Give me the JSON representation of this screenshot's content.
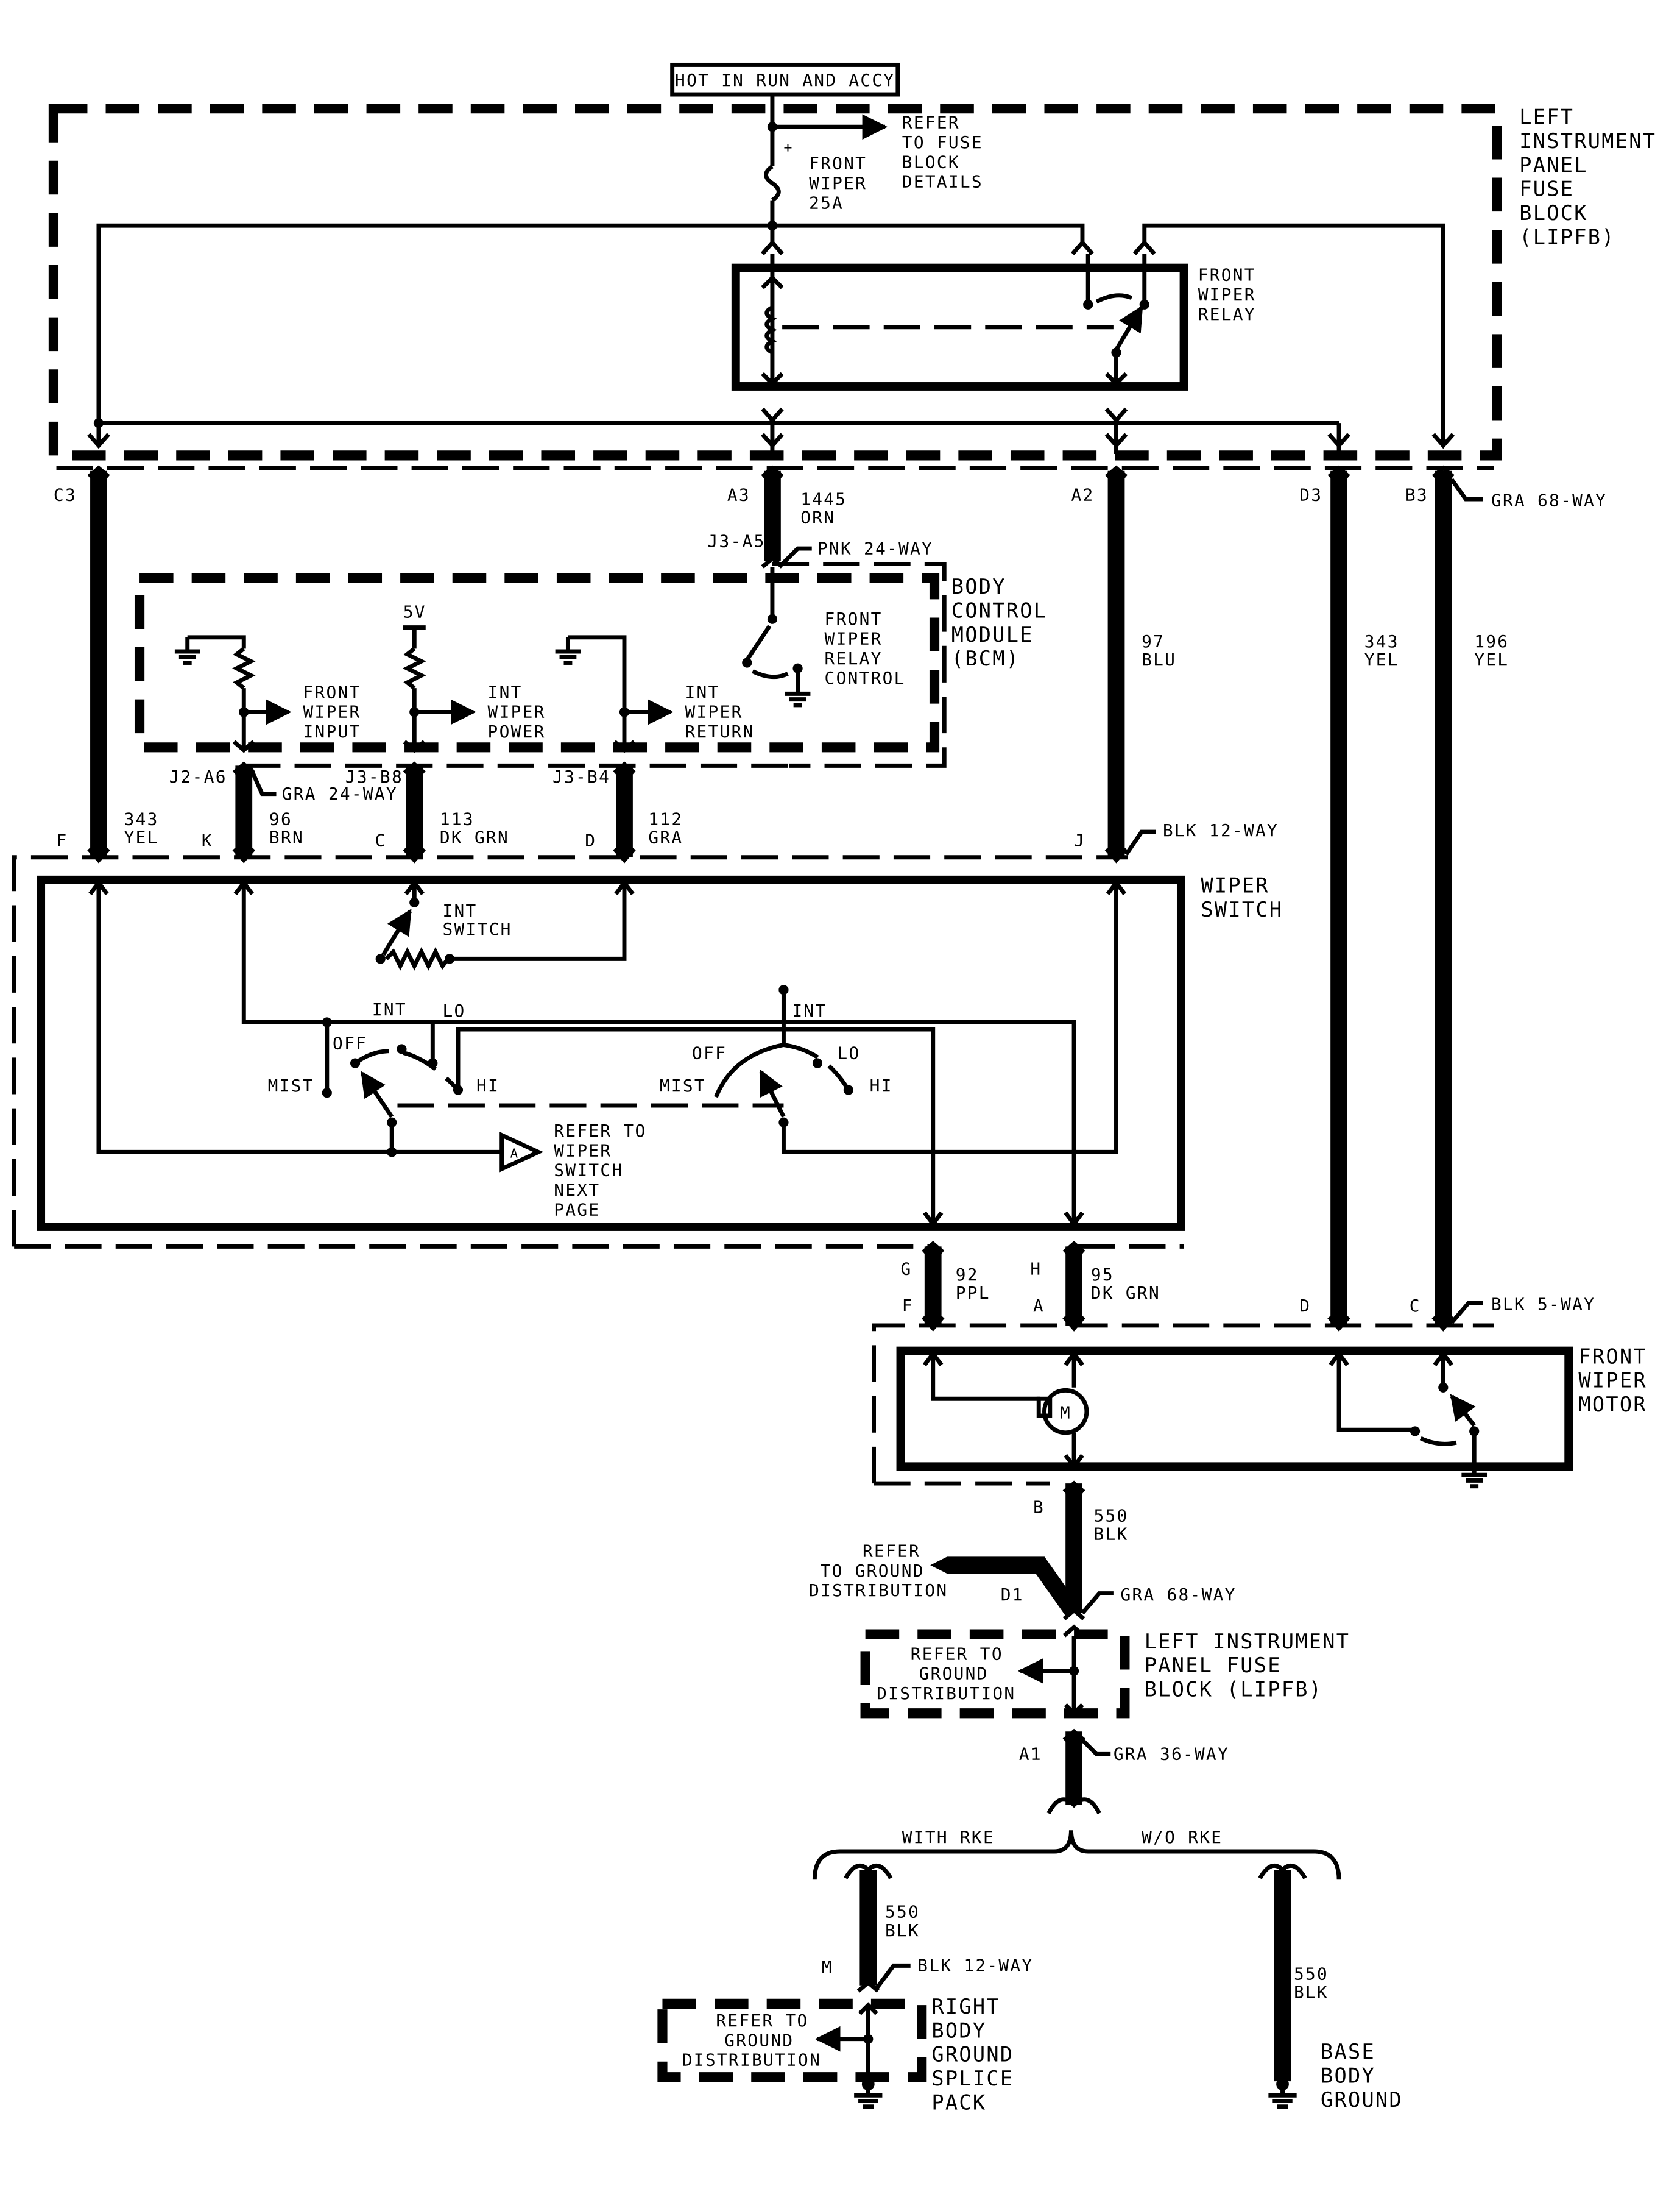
{
  "header": {
    "power_label": "HOT IN RUN AND ACCY"
  },
  "lipfb": {
    "name": [
      "LEFT",
      "INSTRUMENT",
      "PANEL",
      "FUSE",
      "BLOCK",
      "(LIPFB)"
    ],
    "refer": [
      "REFER",
      "TO FUSE",
      "BLOCK",
      "DETAILS"
    ],
    "fuse": [
      "FRONT",
      "WIPER",
      "25A"
    ],
    "fuse_plus": "+",
    "relay": [
      "FRONT",
      "WIPER",
      "RELAY"
    ],
    "connector_label": "GRA 68-WAY",
    "pins": {
      "c3": "C3",
      "a3": "A3",
      "a2": "A2",
      "d3": "D3",
      "b3": "B3"
    }
  },
  "bcm": {
    "name": [
      "BODY",
      "CONTROL",
      "MODULE",
      "(BCM)"
    ],
    "j3a5": "J3-A5",
    "top_connector": "PNK 24-WAY",
    "volt": "5V",
    "relay_control": [
      "FRONT",
      "WIPER",
      "RELAY",
      "CONTROL"
    ],
    "front_wiper_input": [
      "FRONT",
      "WIPER",
      "INPUT"
    ],
    "int_wiper_power": [
      "INT",
      "WIPER",
      "POWER"
    ],
    "int_wiper_return": [
      "INT",
      "WIPER",
      "RETURN"
    ],
    "j2a6": "J2-A6",
    "bottom_connector": "GRA 24-WAY",
    "j3b8": "J3-B8",
    "j3b4": "J3-B4"
  },
  "wires": {
    "w1445": [
      "1445",
      "ORN"
    ],
    "w97": [
      "97",
      "BLU"
    ],
    "w343": [
      "343",
      "YEL"
    ],
    "w196": [
      "196",
      "YEL"
    ],
    "w343b": [
      "343",
      "YEL"
    ],
    "w96": [
      "96",
      "BRN"
    ],
    "w113": [
      "113",
      "DK GRN"
    ],
    "w112": [
      "112",
      "GRA"
    ],
    "w92": [
      "92",
      "PPL"
    ],
    "w95": [
      "95",
      "DK GRN"
    ],
    "w550a": [
      "550",
      "BLK"
    ],
    "w550b": [
      "550",
      "BLK"
    ],
    "w550c": [
      "550",
      "BLK"
    ]
  },
  "wiper_switch": {
    "name": [
      "WIPER",
      "SWITCH"
    ],
    "connector": "BLK 12-WAY",
    "pins": {
      "f": "F",
      "k": "K",
      "c": "C",
      "d": "D",
      "j": "J",
      "g": "G",
      "h": "H"
    },
    "int_switch": [
      "INT",
      "SWITCH"
    ],
    "positions_left": {
      "int": "INT",
      "lo": "LO",
      "off": "OFF",
      "mist": "MIST",
      "hi": "HI"
    },
    "positions_right": {
      "int": "INT",
      "off": "OFF",
      "lo": "LO",
      "mist": "MIST",
      "hi": "HI"
    },
    "refer_marker": "A",
    "refer": [
      "REFER TO",
      "WIPER",
      "SWITCH",
      "NEXT",
      "PAGE"
    ]
  },
  "motor": {
    "name": [
      "FRONT",
      "WIPER",
      "MOTOR"
    ],
    "connector": "BLK 5-WAY",
    "pins": {
      "f": "F",
      "a": "A",
      "d": "D",
      "c": "C",
      "b": "B"
    },
    "symbol": "M"
  },
  "ground": {
    "refer1": [
      "REFER",
      "TO GROUND",
      "DISTRIBUTION"
    ],
    "d1": "D1",
    "d1_connector": "GRA 68-WAY",
    "refer2": [
      "REFER TO",
      "GROUND",
      "DISTRIBUTION"
    ],
    "lipfb2": [
      "LEFT INSTRUMENT",
      "PANEL FUSE",
      "BLOCK (LIPFB)"
    ],
    "a1": "A1",
    "a1_connector": "GRA 36-WAY",
    "with_rke": "WITH RKE",
    "wo_rke": "W/O RKE",
    "m": "M",
    "m_connector": "BLK 12-WAY",
    "refer3": [
      "REFER TO",
      "GROUND",
      "DISTRIBUTION"
    ],
    "right_body": [
      "RIGHT",
      "BODY",
      "GROUND",
      "SPLICE",
      "PACK"
    ],
    "base_body": [
      "BASE",
      "BODY",
      "GROUND"
    ]
  }
}
